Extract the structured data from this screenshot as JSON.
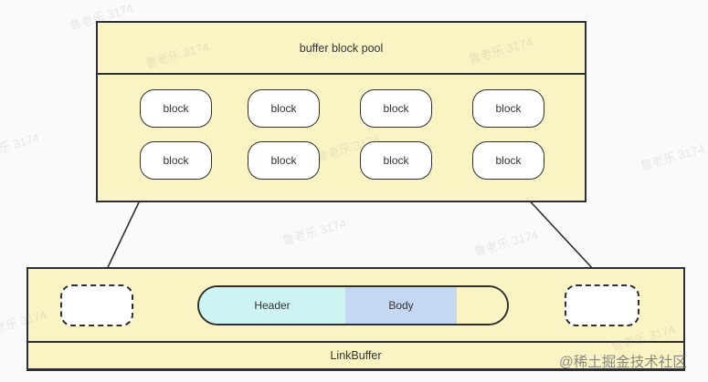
{
  "pool": {
    "title": "buffer block pool",
    "blocks": [
      {
        "label": "block"
      },
      {
        "label": "block"
      },
      {
        "label": "block"
      },
      {
        "label": "block"
      },
      {
        "label": "block"
      },
      {
        "label": "block"
      },
      {
        "label": "block"
      },
      {
        "label": "block"
      }
    ]
  },
  "linkbuffer": {
    "label": "LinkBuffer",
    "pill": {
      "header_label": "Header",
      "body_label": "Body",
      "header_color": "#cdf4f2",
      "body_color": "#c4d8f3"
    }
  },
  "colors": {
    "box_fill": "#faf4c5",
    "border": "#2f2f2f",
    "node_fill": "#ffffff",
    "background": "#fafafa"
  },
  "watermarks": {
    "site": "鲁老乐 3174",
    "juejin": "@稀土掘金技术社区"
  }
}
